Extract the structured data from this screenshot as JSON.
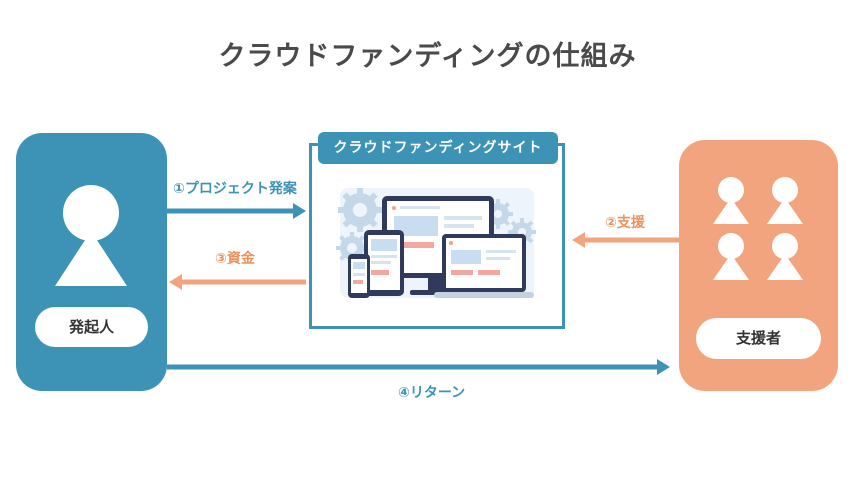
{
  "title": "クラウドファンディングの仕組み",
  "initiator": {
    "label": "発起人"
  },
  "supporters": {
    "label": "支援者"
  },
  "site": {
    "label": "クラウドファンディングサイト"
  },
  "flows": {
    "proposal": "①プロジェクト発案",
    "support": "②支援",
    "funds": "③資金",
    "return": "④リターン"
  },
  "colors": {
    "blue": "#3d93b5",
    "orange": "#f2a47f",
    "orange_text": "#ed915f",
    "title": "#4a4a4a"
  },
  "icons": {
    "initiator": "person-icon",
    "supporters": "group-icon",
    "site": "devices-illustration"
  }
}
